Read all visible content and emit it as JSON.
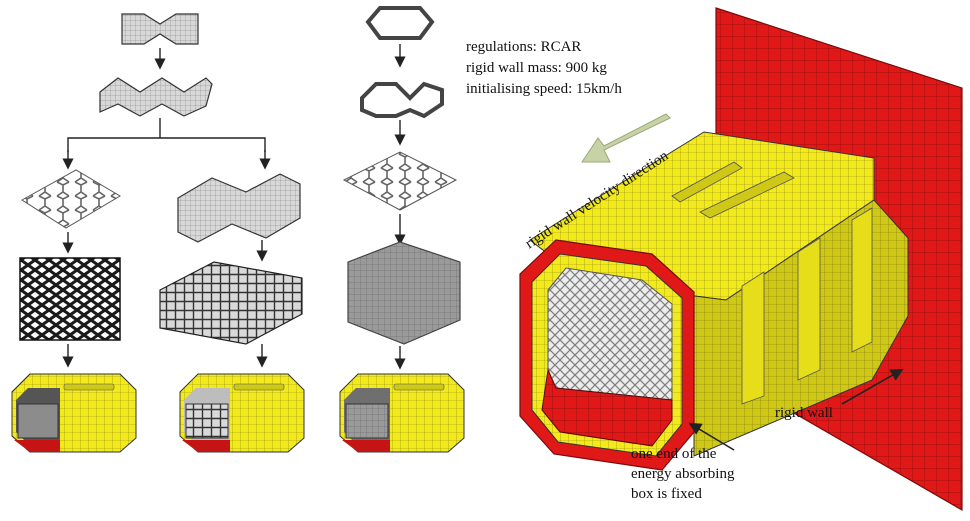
{
  "parameters": {
    "regulations": "regulations: RCAR",
    "mass": "rigid wall mass: 900 kg",
    "speed": "initialising speed: 15km/h"
  },
  "annotations": {
    "velocity": "rigid wall velocity direction",
    "rigid_wall": "rigid wall",
    "fixed_end": [
      "one end of the",
      "energy absorbing",
      "box is fixed"
    ]
  },
  "colors": {
    "rigid_wall": "#e01818",
    "box_body": "#f2ea1c",
    "box_shadow": "#c9c215",
    "lattice_dark": "#1a1a1a",
    "lattice_grey": "#8c8c8c",
    "arrow_fill": "#c7d3a4",
    "outline": "#222222"
  }
}
